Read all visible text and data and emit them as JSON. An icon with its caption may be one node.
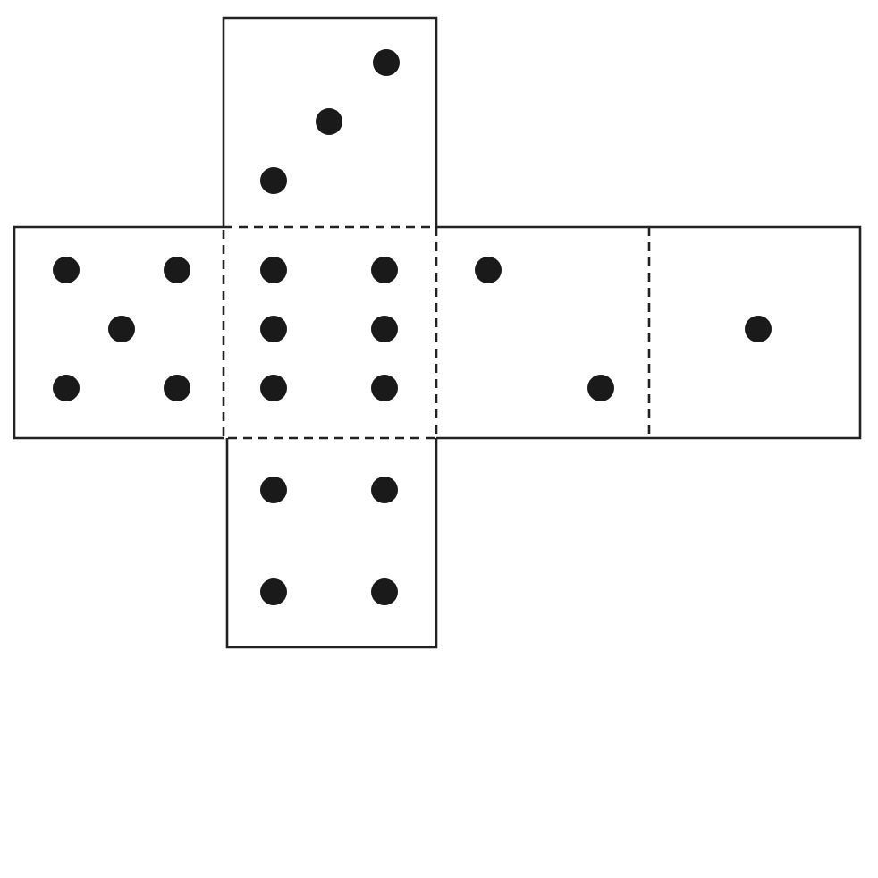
{
  "diagram": {
    "nodes": [
      {
        "text": [],
        "shape": "box"
      },
      {
        "text": [],
        "shape": "circle",
        "in": 0
      },
      {
        "text": [],
        "shape": "circle",
        "in": 0
      },
      {
        "text": [],
        "shape": "circle",
        "in": 0
      },
      {
        "text": [],
        "shape": "box"
      },
      {
        "text": [],
        "shape": "circle",
        "in": 4
      },
      {
        "text": [],
        "shape": "circle",
        "in": 4
      },
      {
        "text": [],
        "shape": "circle",
        "in": 4
      },
      {
        "text": [],
        "shape": "circle",
        "in": 4
      },
      {
        "text": [],
        "shape": "circle",
        "in": 4
      },
      {
        "text": [],
        "shape": "box"
      },
      {
        "text": [],
        "shape": "circle",
        "in": 10
      },
      {
        "text": [],
        "shape": "circle",
        "in": 10
      },
      {
        "text": [],
        "shape": "circle",
        "in": 10
      },
      {
        "text": [],
        "shape": "circle",
        "in": 10
      },
      {
        "text": [],
        "shape": "circle",
        "in": 10
      },
      {
        "text": [],
        "shape": "circle",
        "in": 10
      },
      {
        "text": [],
        "shape": "box"
      },
      {
        "text": [],
        "shape": "circle",
        "in": 17
      },
      {
        "text": [],
        "shape": "circle",
        "in": 17
      },
      {
        "text": [],
        "shape": "box"
      },
      {
        "text": [],
        "shape": "circle",
        "in": 20
      },
      {
        "text": [],
        "shape": "box"
      },
      {
        "text": [],
        "shape": "circle",
        "in": 22
      },
      {
        "text": [],
        "shape": "circle",
        "in": 22
      },
      {
        "text": [],
        "shape": "circle",
        "in": 22
      },
      {
        "text": [],
        "shape": "circle",
        "in": 22
      }
    ]
  }
}
